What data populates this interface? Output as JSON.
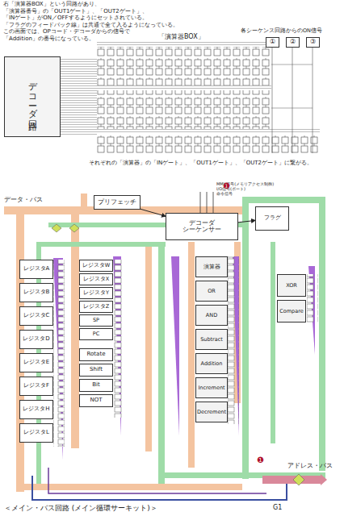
{
  "diagram": {
    "caption": "＜メイン・バス回路 (メイン循環サーキット)＞",
    "nodes": [
      {
        "text": [
          "デコーダ回路"
        ]
      },
      {
        "text": [
          "①"
        ]
      },
      {
        "text": [
          "②"
        ]
      },
      {
        "text": [
          "③"
        ]
      },
      {
        "text": [
          "プリフェッチ"
        ]
      },
      {
        "text": [
          "デコーダ",
          "シーケンサー"
        ]
      },
      {
        "text": [
          "フラグ"
        ]
      },
      {
        "text": [
          "レジスタA"
        ]
      },
      {
        "text": [
          "レジスタB"
        ]
      },
      {
        "text": [
          "レジスタC"
        ]
      },
      {
        "text": [
          "レジスタD"
        ]
      },
      {
        "text": [
          "レジスタE"
        ]
      },
      {
        "text": [
          "レジスタF"
        ]
      },
      {
        "text": [
          "レジスタH"
        ]
      },
      {
        "text": [
          "レジスタL"
        ]
      },
      {
        "text": [
          "レジスタW"
        ]
      },
      {
        "text": [
          "レジスタX"
        ]
      },
      {
        "text": [
          "レジスタY"
        ]
      },
      {
        "text": [
          "レジスタZ"
        ]
      },
      {
        "text": [
          "SP"
        ]
      },
      {
        "text": [
          "PC"
        ]
      },
      {
        "text": [
          "Rotate"
        ]
      },
      {
        "text": [
          "Shift"
        ]
      },
      {
        "text": [
          "Bit"
        ]
      },
      {
        "text": [
          "NOT"
        ]
      },
      {
        "text": [
          "演算器"
        ]
      },
      {
        "text": [
          "OR"
        ]
      },
      {
        "text": [
          "AND"
        ]
      },
      {
        "text": [
          "Subtract"
        ]
      },
      {
        "text": [
          "Addition"
        ]
      },
      {
        "text": [
          "Increment"
        ]
      },
      {
        "text": [
          "Decrement"
        ]
      },
      {
        "text": [
          "XOR"
        ]
      },
      {
        "text": [
          "Compare"
        ]
      }
    ],
    "edges": [
      {
        "from": 4,
        "to": 5,
        "arrow": "to"
      },
      {
        "from": 5,
        "to": 6,
        "arrow": "to"
      }
    ],
    "labels": [
      "右「演算器BOX」という回路があり、",
      "「演算器番号」の「OUT1ゲート」、「OUT2ゲート」、",
      "「INゲート」がON／OFFするようにセットされている。",
      "「フラグのフィードバック線」は共通で全て入るようになっている。",
      "この画面では、OPコード・デコーダからの信号で",
      "「Addition」の番号になっている。",
      "「演算器BOX」",
      "各シーケンス回路からのON信号",
      "それぞれの「演算器」の「INゲート」、「OUT1ゲート」、「OUT2ゲート」に繋がる。",
      "データ・バス",
      "MMU信号(メモリアクセス制御)",
      "I/O信号(ポート)",
      "命令信号",
      "❶",
      "❶",
      "アドレス・バス",
      "G1"
    ]
  }
}
